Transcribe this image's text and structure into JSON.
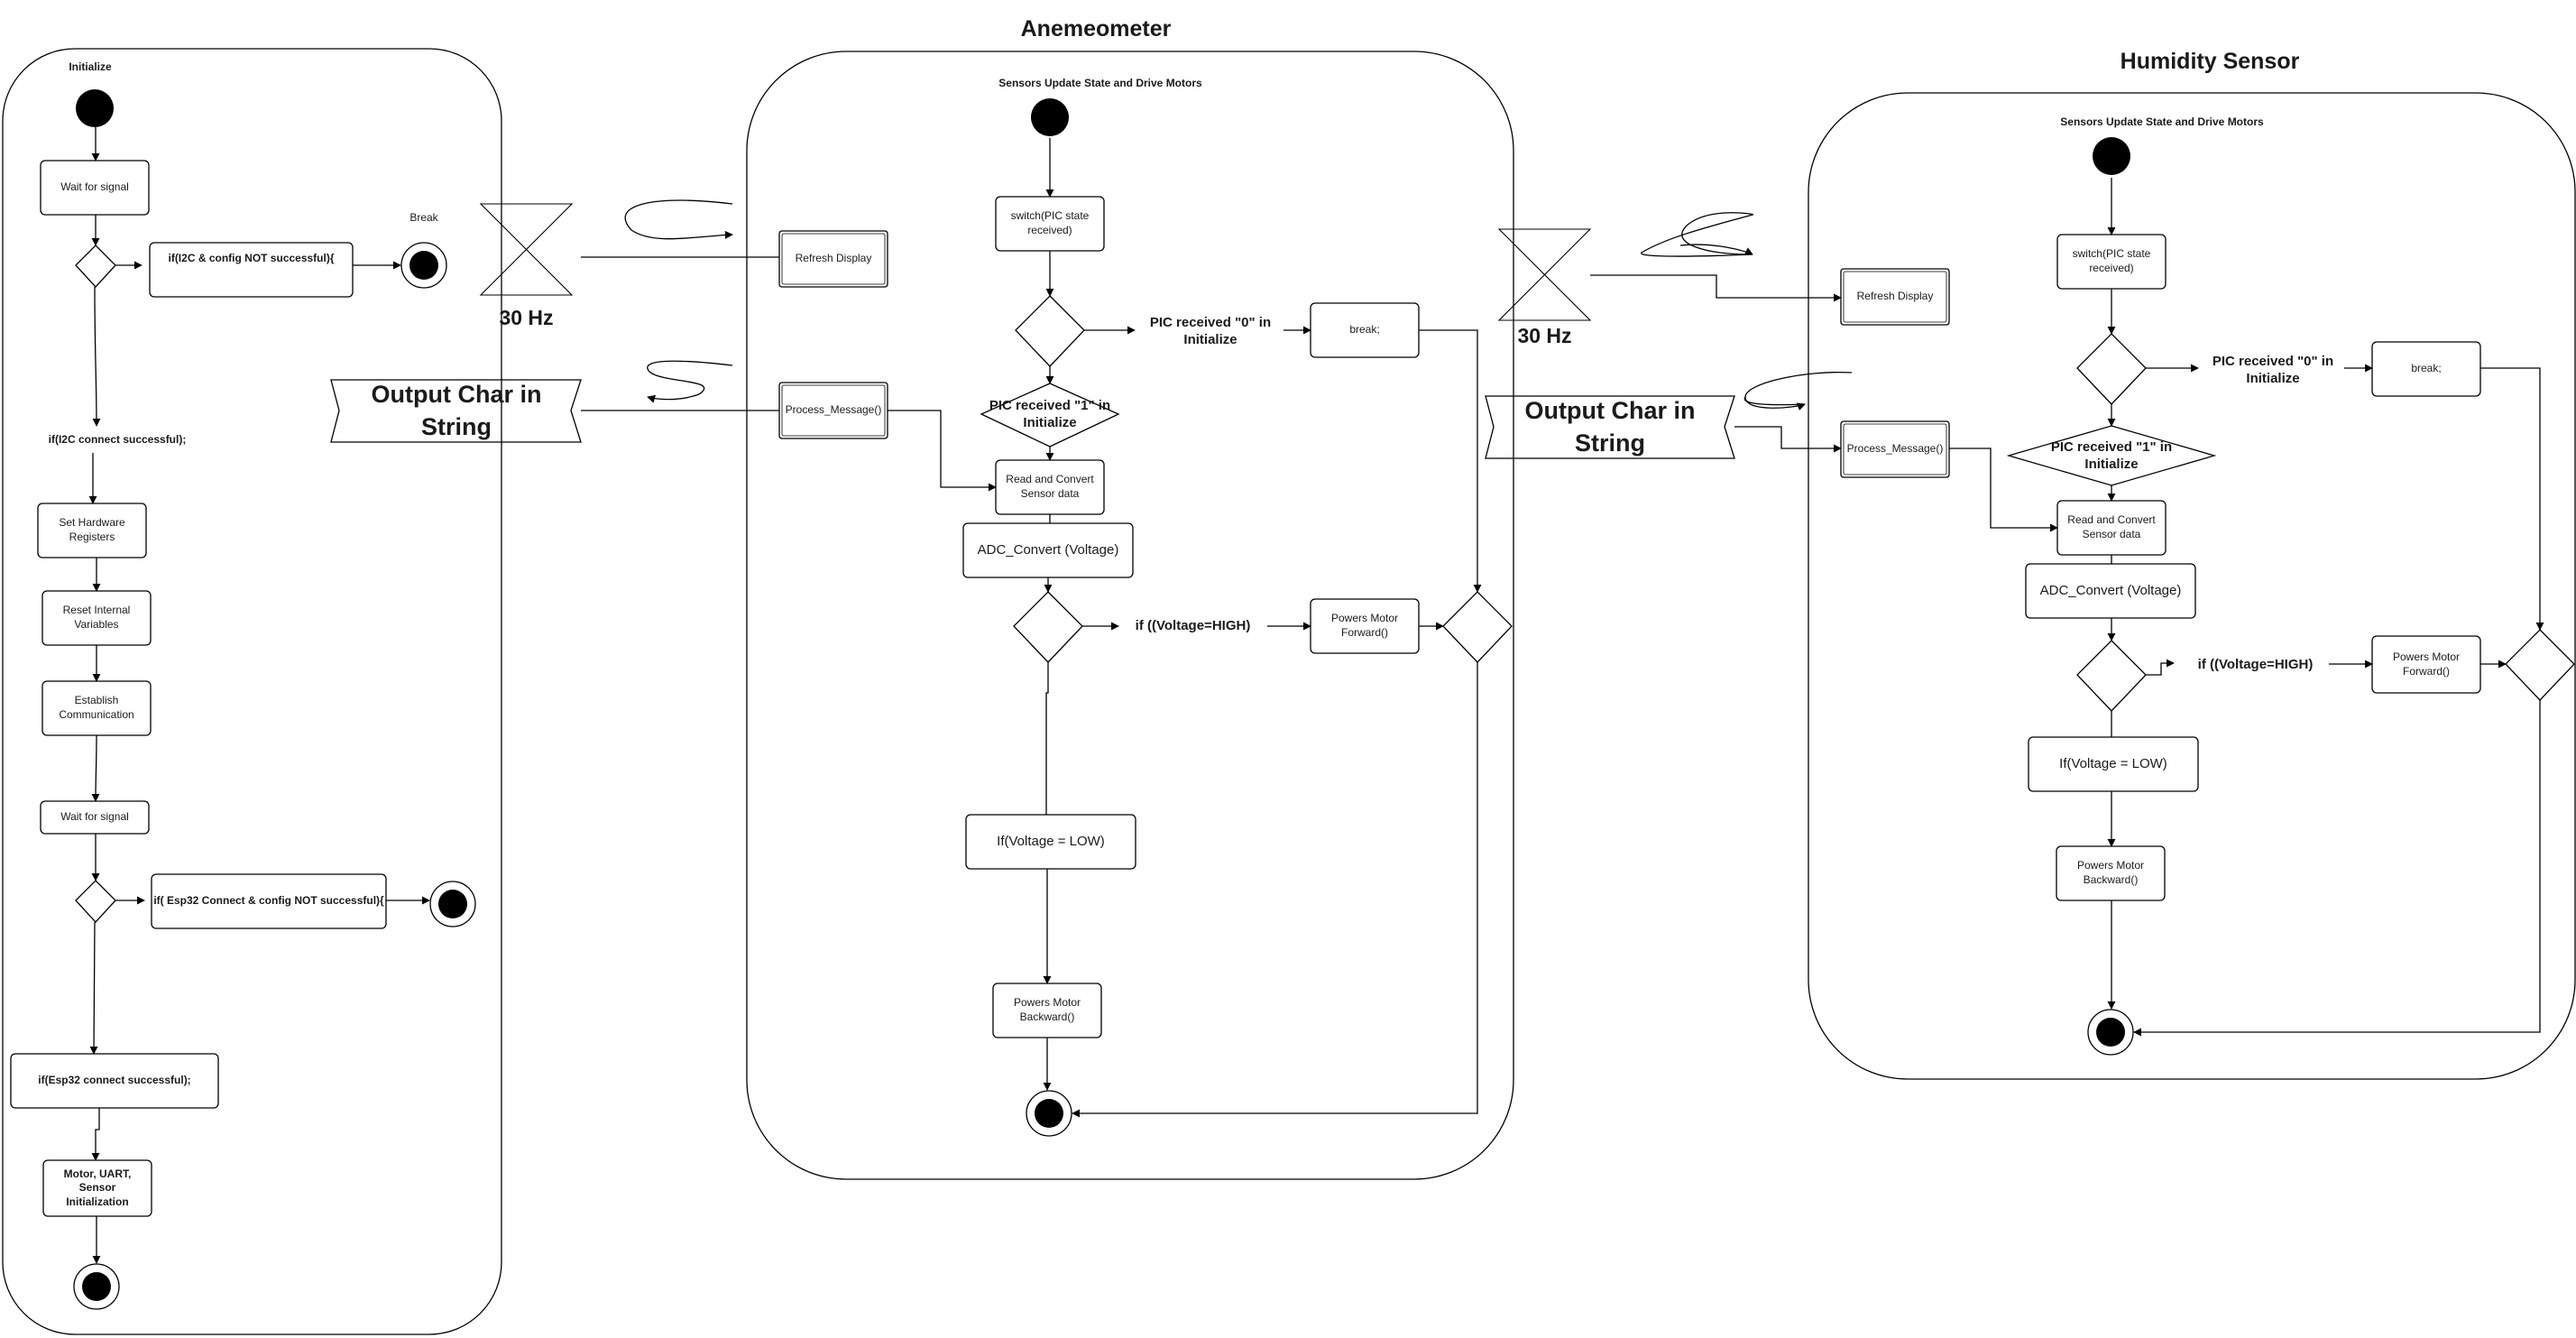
{
  "diagram": {
    "panels": {
      "init": {
        "heading": "Initialize",
        "wait_signal_1": "Wait for signal",
        "i2c_fail": "if(I2C & config NOT successful){",
        "break_label": "Break",
        "i2c_ok": "if(I2C connect successful);",
        "set_hw": "Set Hardware Registers",
        "reset_vars": "Reset Internal Variables",
        "establish": "Establish Communication",
        "wait_signal_2": "Wait for signal",
        "esp_fail": "if( Esp32 Connect & config NOT successful){",
        "esp_ok": "if(Esp32 connect successful);",
        "motor_init": "Motor, UART, Sensor Initialization"
      },
      "anemometer": {
        "title": "Anemeometer",
        "heading": "Sensors Update State and Drive Motors",
        "switch": "switch(PIC state received)",
        "pic0": "PIC received \"0\" in Initialize",
        "break": "break;",
        "pic1": "PIC received \"1\" in Initialize",
        "read": "Read and Convert Sensor data",
        "adc": "ADC_Convert (Voltage)",
        "if_high": "if ((Voltage=HIGH)",
        "fwd": "Powers Motor Forward()",
        "if_low": "If(Voltage = LOW)",
        "bwd": "Powers Motor Backward()"
      },
      "humidity": {
        "title": "Humidity Sensor",
        "heading": "Sensors Update State and Drive Motors",
        "switch": "switch(PIC state received)",
        "pic0": "PIC received \"0\" in Initialize",
        "break": "break;",
        "pic1": "PIC received \"1\" in Initialize",
        "read": "Read and Convert Sensor data",
        "adc": "ADC_Convert (Voltage)",
        "if_high": "if ((Voltage=HIGH)",
        "fwd": "Powers Motor Forward()",
        "if_low": "If(Voltage = LOW)",
        "bwd": "Powers Motor Backward()"
      }
    },
    "signals": {
      "hz_1": "30 Hz",
      "hz_2": "30 Hz",
      "output_1": "Output Char in String",
      "output_2": "Output Char in String"
    },
    "shared": {
      "refresh_1": "Refresh Display",
      "process_1": "Process_Message()",
      "refresh_2": "Refresh Display",
      "process_2": "Process_Message()"
    }
  }
}
